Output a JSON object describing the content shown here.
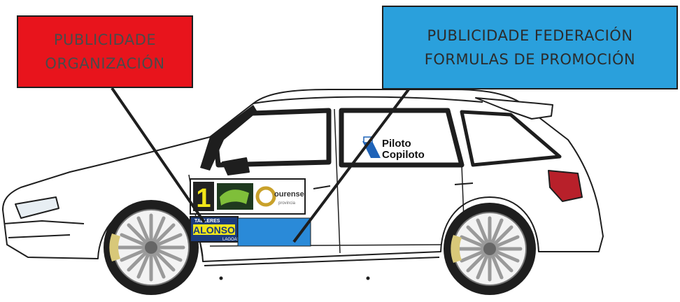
{
  "callouts": {
    "organization": {
      "line1": "PUBLICIDADE",
      "line2": "ORGANIZACIÓN"
    },
    "federation": {
      "line1": "PUBLICIDADE FEDERACIÓN",
      "line2": "FORMULAS DE PROMOCIÓN"
    }
  },
  "car": {
    "race_number": "1",
    "crew": {
      "driver": "Piloto",
      "codriver": "Copiloto"
    },
    "sponsor_left": {
      "top": "TALLERES",
      "name": "ALONSO",
      "bottom": "LAGOAS"
    },
    "sponsor_right": {
      "name": "ourense",
      "sub": "provincia"
    }
  },
  "colors": {
    "organization_box": "#e8141c",
    "federation_box": "#2aa0dc",
    "promo_panel": "#2a8ad8",
    "car_body": "#ffffff",
    "outline": "#1e1e1e"
  }
}
